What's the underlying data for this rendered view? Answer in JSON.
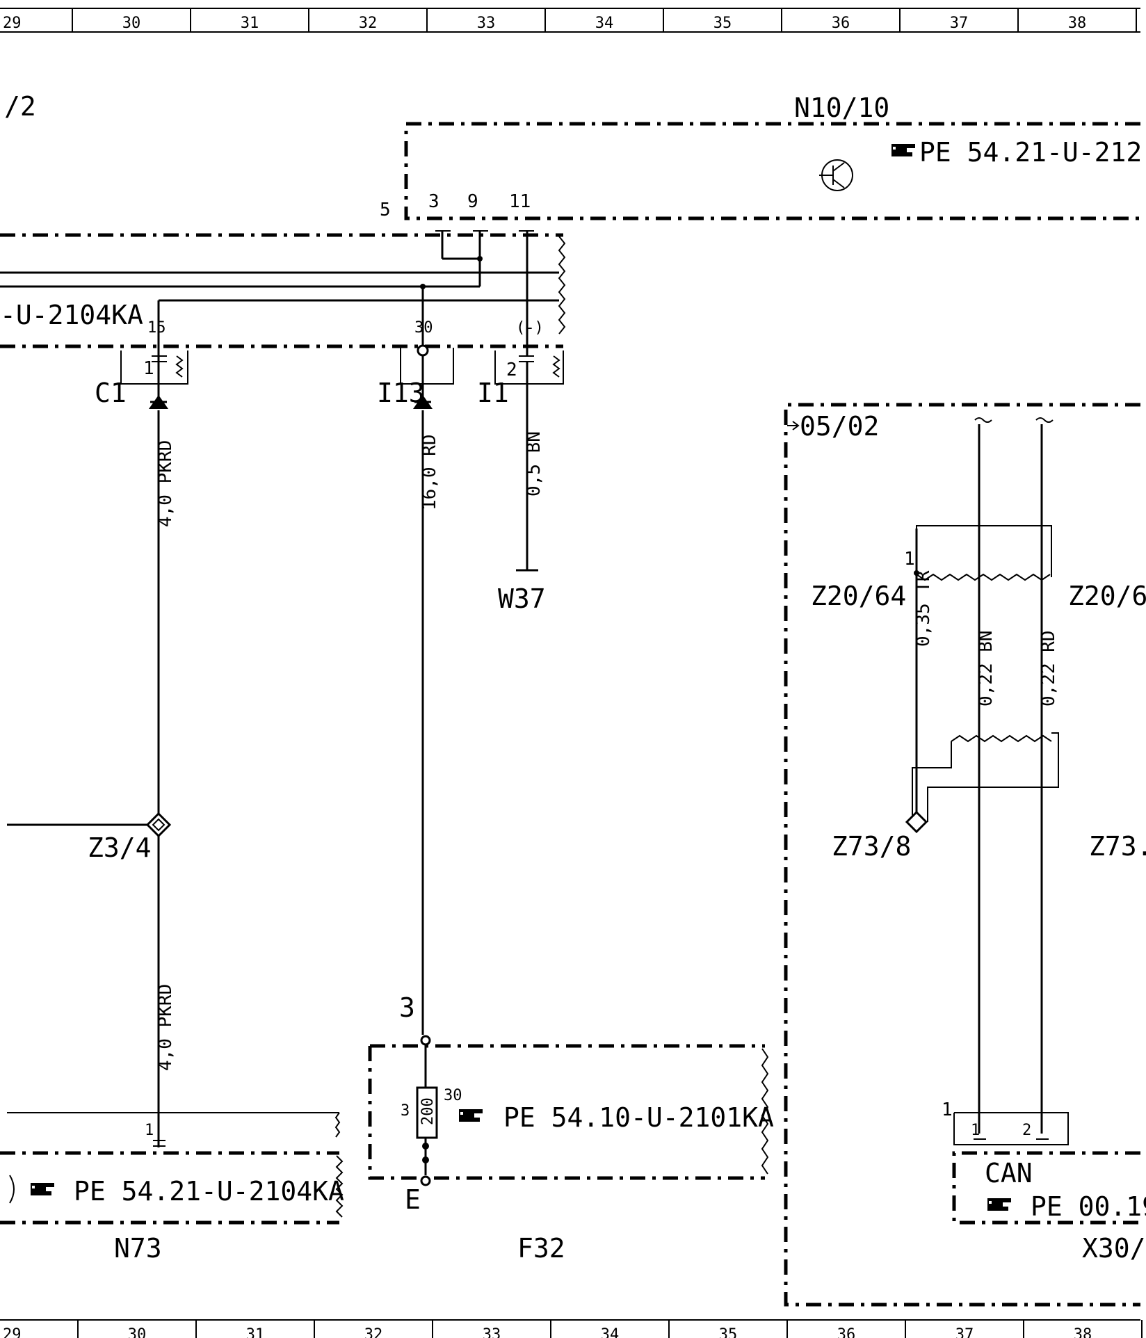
{
  "ruler": {
    "top": [
      "29",
      "30",
      "31",
      "32",
      "33",
      "34",
      "35",
      "36",
      "37",
      "38"
    ],
    "bottom": [
      "29",
      "30",
      "31",
      "32",
      "33",
      "34",
      "35",
      "36",
      "37",
      "38"
    ]
  },
  "labels": {
    "sheet_ref_left": "/2",
    "n10_name": "N10/10",
    "n10_ref": "PE 54.21-U-212",
    "pin5": "5",
    "pin3": "3",
    "pin9": "9",
    "pin11": "11",
    "left_ref": "-U-2104KA",
    "pin15": "15",
    "pin30": "30",
    "pin_minus": "(-)",
    "pin1": "1",
    "pin2": "2",
    "c1": "C1",
    "i13": "I13",
    "i1": "I1",
    "wire_pkrd_1": "4,0 PKRD",
    "wire_rd": "16,0 RD",
    "wire_bn": "0,5 BN",
    "w37": "W37",
    "z3_4": "Z3/4",
    "wire_pkrd_2": "4,0 PKRD",
    "n73_pin1": "1",
    "n73_ref": "PE 54.21-U-2104KA",
    "n73_name": "N73",
    "f32_pin3": "3",
    "f32_inner3": "3",
    "f32_200": "200",
    "f32_30": "30",
    "f32_ref": "PE 54.10-U-2101KA",
    "f32_e": "E",
    "f32_name": "F32",
    "sheet_ref_0502": "05/02",
    "z20_64_pin1": "1",
    "z20_64": "Z20/64",
    "z20_right": "Z20/6",
    "wire_tr": "0,35 TR",
    "wire_bn22": "0,22 BN",
    "wire_rd22": "0,22 RD",
    "z73_8": "Z73/8",
    "z73_right": "Z73.",
    "x30_pin1_outer": "1",
    "x30_pin1": "1",
    "x30_pin2": "2",
    "can": "CAN",
    "x30_ref": "PE 00.19",
    "x30_name": "X30/"
  }
}
